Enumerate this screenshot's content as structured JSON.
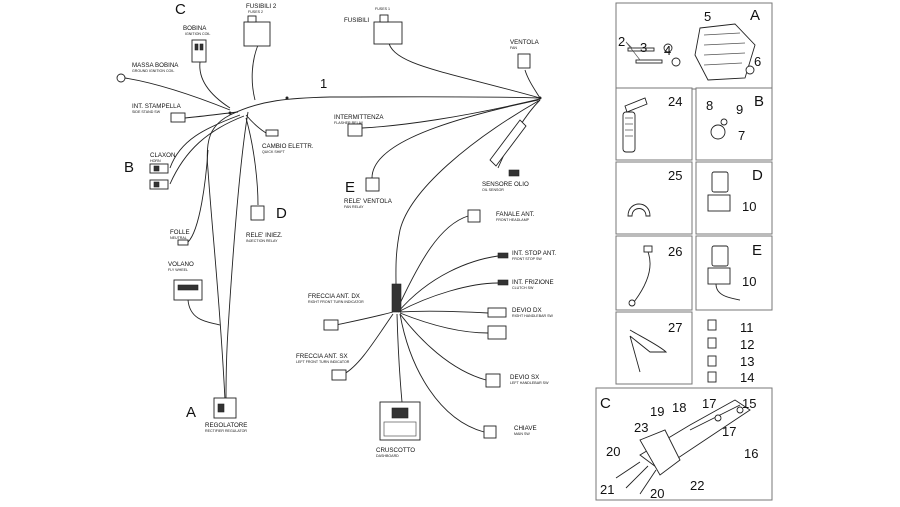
{
  "main_diagram": {
    "harness_number": "1",
    "components": {
      "bobina": {
        "label": "BOBINA",
        "sub": "IGNITION COIL"
      },
      "fusibili2": {
        "label": "FUSIBILI 2",
        "sub": "FUSES 2"
      },
      "fusibili1": {
        "label": "FUSIBILI",
        "sub": "FUSES 1"
      },
      "ventola": {
        "label": "VENTOLA",
        "sub": "FAN"
      },
      "massa_bobina": {
        "label": "MASSA BOBINA",
        "sub": "GROUND IGNITION COIL"
      },
      "int_stampella": {
        "label": "INT. STAMPELLA",
        "sub": "SIDE STAND SW"
      },
      "claxon": {
        "label": "CLAXON",
        "sub": "HORN"
      },
      "cambio": {
        "label": "CAMBIO ELETTR.",
        "sub": "QUICK SHIFT"
      },
      "intermittenza": {
        "label": "INTERMITTENZA",
        "sub": "FLASHER RELAY"
      },
      "sensore_olio": {
        "label": "SENSORE OLIO",
        "sub": "OIL SENSOR"
      },
      "rele_ventola": {
        "label": "RELE' VENTOLA",
        "sub": "FAN RELAY"
      },
      "rele_iniez": {
        "label": "RELE' INIEZ.",
        "sub": "INJECTION RELAY"
      },
      "folle": {
        "label": "FOLLE",
        "sub": "NEUTRAL"
      },
      "volano": {
        "label": "VOLANO",
        "sub": "FLY WHEEL"
      },
      "fanale": {
        "label": "FANALE ANT.",
        "sub": "FRONT HEADLAMP"
      },
      "stop_ant": {
        "label": "INT. STOP ANT.",
        "sub": "FRONT STOP SW"
      },
      "frizione": {
        "label": "INT. FRIZIONE",
        "sub": "CLUTCH SW"
      },
      "devio_dx": {
        "label": "DEVIO DX",
        "sub": "RIGHT HANDLEBAR SW"
      },
      "freccia_dx": {
        "label": "FRECCIA ANT. DX",
        "sub": "RIGHT FRONT TURN INDICATOR"
      },
      "freccia_sx": {
        "label": "FRECCIA ANT. SX",
        "sub": "LEFT FRONT TURN INDICATOR"
      },
      "devio_sx": {
        "label": "DEVIO SX",
        "sub": "LEFT HANDLEBAR SW"
      },
      "regolatore": {
        "label": "REGOLATORE",
        "sub": "RECTIFIER REGULATOR"
      },
      "cruscotto": {
        "label": "CRUSCOTTO",
        "sub": "DASHBOARD"
      },
      "chiave": {
        "label": "CHIAVE",
        "sub": "MAIN SW"
      }
    },
    "callouts": {
      "c": "C",
      "b": "B",
      "d": "D",
      "e": "E",
      "a": "A"
    }
  },
  "panels": {
    "a": {
      "letter": "A",
      "numbers": [
        "5",
        "2",
        "3",
        "4",
        "6"
      ]
    },
    "p24": {
      "number": "24"
    },
    "b": {
      "letter": "B",
      "numbers": [
        "8",
        "9",
        "7"
      ]
    },
    "p25": {
      "number": "25"
    },
    "d": {
      "letter": "D",
      "number": "10"
    },
    "p26": {
      "number": "26"
    },
    "e": {
      "letter": "E",
      "number": "10"
    },
    "p27": {
      "number": "27"
    },
    "fuses": {
      "numbers": [
        "11",
        "12",
        "13",
        "14"
      ]
    },
    "c": {
      "letter": "C",
      "numbers": [
        "19",
        "18",
        "17",
        "15",
        "23",
        "17",
        "20",
        "16",
        "21",
        "20",
        "22"
      ]
    }
  },
  "colors": {
    "line": "#222222",
    "panel_border": "#777777",
    "background": "#ffffff"
  }
}
